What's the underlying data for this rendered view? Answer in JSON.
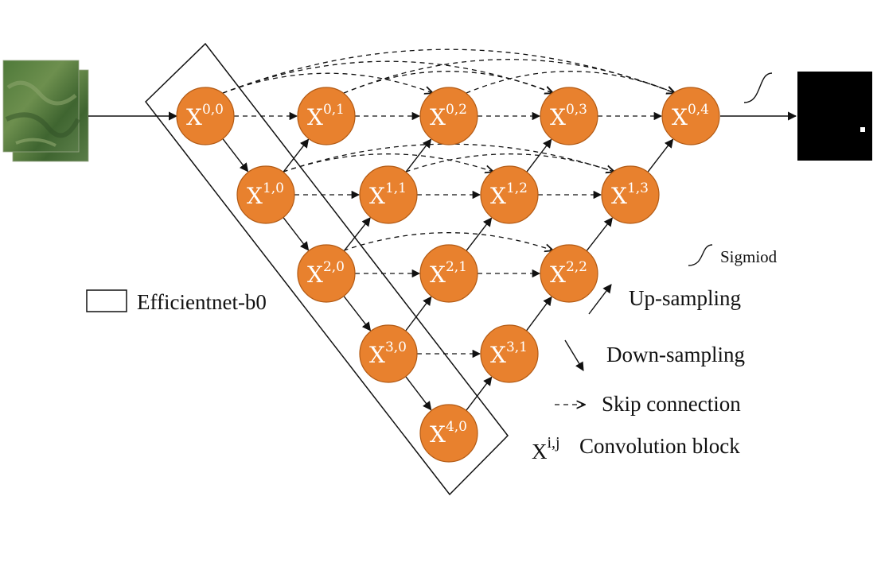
{
  "nodes": [
    {
      "id": "0,0",
      "base": "X",
      "sup": "0,0"
    },
    {
      "id": "0,1",
      "base": "X",
      "sup": "0,1"
    },
    {
      "id": "0,2",
      "base": "X",
      "sup": "0,2"
    },
    {
      "id": "0,3",
      "base": "X",
      "sup": "0,3"
    },
    {
      "id": "0,4",
      "base": "X",
      "sup": "0,4"
    },
    {
      "id": "1,0",
      "base": "X",
      "sup": "1,0"
    },
    {
      "id": "1,1",
      "base": "X",
      "sup": "1,1"
    },
    {
      "id": "1,2",
      "base": "X",
      "sup": "1,2"
    },
    {
      "id": "1,3",
      "base": "X",
      "sup": "1,3"
    },
    {
      "id": "2,0",
      "base": "X",
      "sup": "2,0"
    },
    {
      "id": "2,1",
      "base": "X",
      "sup": "2,1"
    },
    {
      "id": "2,2",
      "base": "X",
      "sup": "2,2"
    },
    {
      "id": "3,0",
      "base": "X",
      "sup": "3,0"
    },
    {
      "id": "3,1",
      "base": "X",
      "sup": "3,1"
    },
    {
      "id": "4,0",
      "base": "X",
      "sup": "4,0"
    }
  ],
  "legend": {
    "encoder": "Efficientnet-b0",
    "sigmoid": "Sigmiod",
    "upsampling": "Up-sampling",
    "downsampling": "Down-sampling",
    "skip": "Skip connection",
    "conv_symbol_base": "X",
    "conv_symbol_sup": "i,j",
    "conv": "Convolution block"
  },
  "colors": {
    "node_fill": "#e8812e",
    "node_stroke": "#b25a14",
    "output_mask": "#000000"
  }
}
